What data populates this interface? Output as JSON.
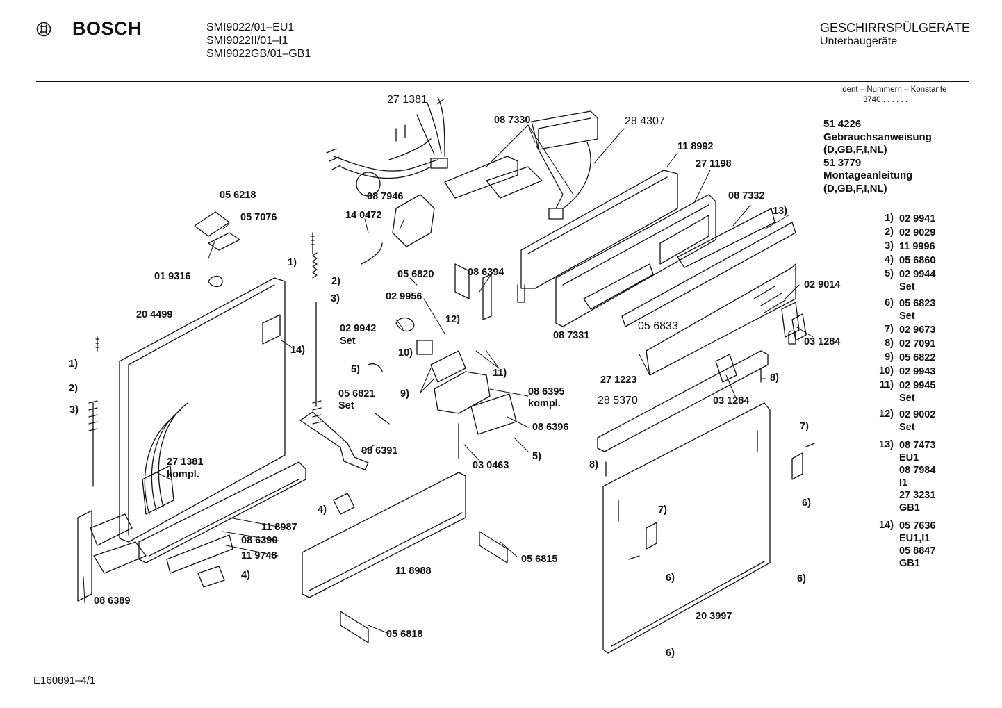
{
  "header": {
    "brand": "BOSCH",
    "models": [
      "SMI9022/01–EU1",
      "SMI9022II/01–I1",
      "SMI9022GB/01–GB1"
    ],
    "category": "GESCHIRRSPÜLGERÄTE",
    "subcategory": "Unterbaugeräte"
  },
  "ident": {
    "title": "Ident – Nummern – Konstante",
    "value": "3740 . . . . . ."
  },
  "documents": [
    "51 4226",
    "Gebrauchsanweisung",
    "(D,GB,F,I,NL)",
    "51 3779",
    "Montageanleitung",
    "(D,GB,F,I,NL)"
  ],
  "sets": [
    {
      "n": "1)",
      "v": [
        "02 9941"
      ]
    },
    {
      "n": "2)",
      "v": [
        "02 9029"
      ]
    },
    {
      "n": "3)",
      "v": [
        "11 9996"
      ]
    },
    {
      "n": "4)",
      "v": [
        "05 6860"
      ]
    },
    {
      "n": "5)",
      "v": [
        "02 9944",
        "Set"
      ]
    },
    {
      "n": "6)",
      "v": [
        "05 6823",
        "Set"
      ]
    },
    {
      "n": "7)",
      "v": [
        "02 9673"
      ]
    },
    {
      "n": "8)",
      "v": [
        "02 7091"
      ]
    },
    {
      "n": "9)",
      "v": [
        "05 6822"
      ]
    },
    {
      "n": "10)",
      "v": [
        "02 9943"
      ]
    },
    {
      "n": "11)",
      "v": [
        "02 9945",
        "Set"
      ]
    },
    {
      "n": "12)",
      "v": [
        "02 9002",
        "Set"
      ]
    },
    {
      "n": "13)",
      "v": [
        "08 7473",
        "EU1",
        "08 7984",
        "I1",
        "27 3231",
        "GB1"
      ]
    },
    {
      "n": "14)",
      "v": [
        "05 7636",
        "EU1,I1",
        "05 8847",
        "GB1"
      ]
    }
  ],
  "part_labels": {
    "p271381": "27 1381",
    "p087330": "08 7330",
    "p284307": "28 4307",
    "p118992": "11 8992",
    "p271198": "27 1198",
    "p087332": "08 7332",
    "p13": "13)",
    "p056218": "05 6218",
    "p057076": "05 7076",
    "p087946": "08 7946",
    "p140472": "14 0472",
    "p1a": "1)",
    "p2a": "2)",
    "p3a": "3)",
    "p019316": "01 9316",
    "p056820": "05 6820",
    "p086394": "08 6394",
    "p029014": "02 9014",
    "p204499": "20 4499",
    "p029956": "02 9956",
    "p14": "14)",
    "p12": "12)",
    "p029942": "02 9942",
    "pSet1": "Set",
    "p087331": "08 7331",
    "p056833": "05 6833",
    "p031284a": "03 1284",
    "p10": "10)",
    "p1b": "1)",
    "p5a": "5)",
    "p11": "11)",
    "p271223": "27 1223",
    "p8a": "8)",
    "p2b": "2)",
    "p9": "9)",
    "p086395": "08 6395",
    "pkompl1": "kompl.",
    "p3b": "3)",
    "p056821": "05 6821",
    "pSet2": "Set",
    "p285370": "28 5370",
    "p031284b": "03 1284",
    "p086396": "08 6396",
    "p7a": "7)",
    "p086391": "08 6391",
    "p5b": "5)",
    "p8b": "8)",
    "p271381b": "27 1381",
    "pkompl2": "kompl.",
    "p030463": "03 0463",
    "p6a": "6)",
    "p4a": "4)",
    "p7b": "7)",
    "p118987": "11 8987",
    "p086390": "08 6390",
    "p119748": "11 9748",
    "p056815": "05 6815",
    "p4b": "4)",
    "p118988": "11 8988",
    "p6b": "6)",
    "p6c": "6)",
    "p086389": "08 6389",
    "p203997": "20 3997",
    "p056818": "05 6818",
    "p6d": "6)"
  },
  "drawing_code": "E160891–4/1"
}
